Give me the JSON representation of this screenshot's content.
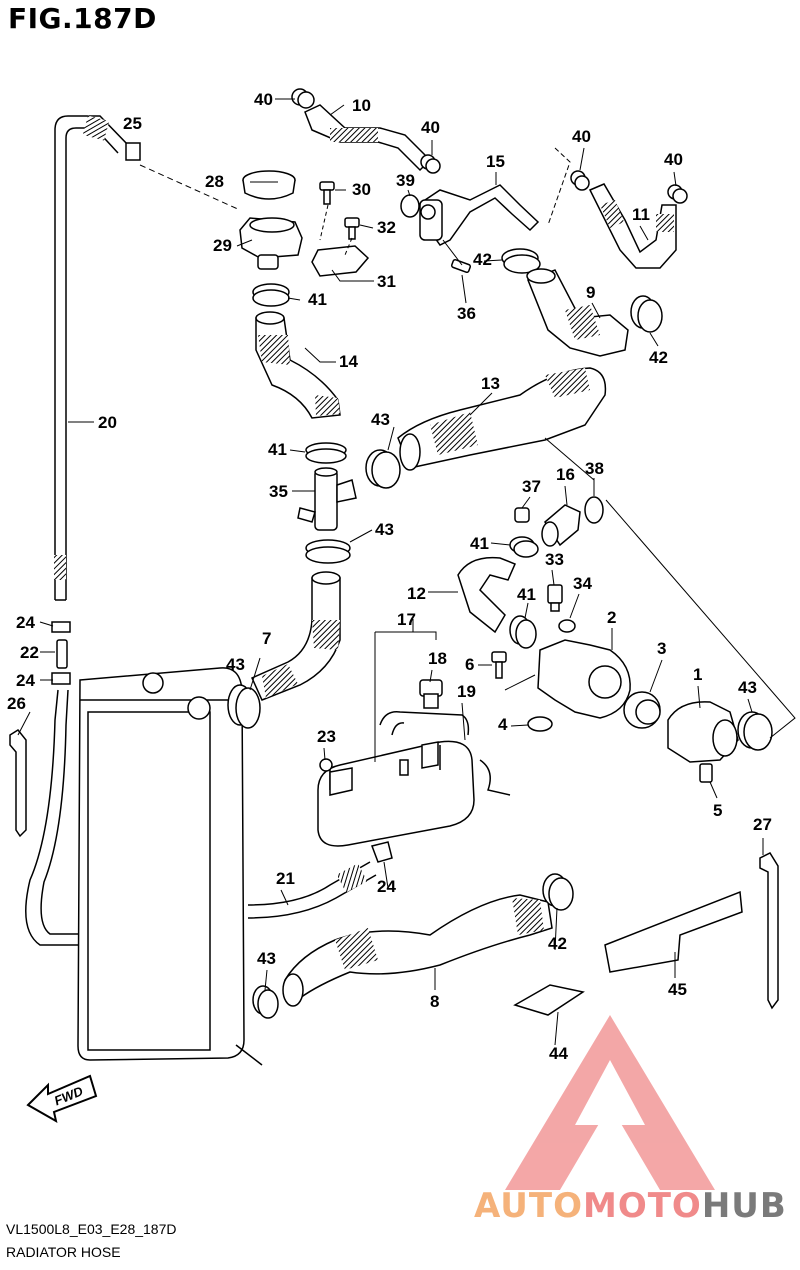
{
  "header": {
    "figure_title": "FIG.187D"
  },
  "footer": {
    "model_code": "VL1500L8_E03_E28_187D",
    "section_name": "RADIATOR HOSE"
  },
  "fwd_label": "FWD",
  "watermark": {
    "part1": "AUTO",
    "part2": "MOTO",
    "part3": "HUB",
    "colors": {
      "triangle": "#f08a8a",
      "auto": "#f5b27a",
      "hub": "#7a7a7a"
    }
  },
  "callouts": [
    {
      "id": "c1",
      "text": "1"
    },
    {
      "id": "c2",
      "text": "2"
    },
    {
      "id": "c3",
      "text": "3"
    },
    {
      "id": "c4",
      "text": "4"
    },
    {
      "id": "c5",
      "text": "5"
    },
    {
      "id": "c6",
      "text": "6"
    },
    {
      "id": "c7",
      "text": "7"
    },
    {
      "id": "c8",
      "text": "8"
    },
    {
      "id": "c9",
      "text": "9"
    },
    {
      "id": "c10",
      "text": "10"
    },
    {
      "id": "c11",
      "text": "11"
    },
    {
      "id": "c12",
      "text": "12"
    },
    {
      "id": "c13",
      "text": "13"
    },
    {
      "id": "c14",
      "text": "14"
    },
    {
      "id": "c15",
      "text": "15"
    },
    {
      "id": "c16",
      "text": "16"
    },
    {
      "id": "c17",
      "text": "17"
    },
    {
      "id": "c18",
      "text": "18"
    },
    {
      "id": "c19",
      "text": "19"
    },
    {
      "id": "c20",
      "text": "20"
    },
    {
      "id": "c21",
      "text": "21"
    },
    {
      "id": "c22",
      "text": "22"
    },
    {
      "id": "c23",
      "text": "23"
    },
    {
      "id": "c24a",
      "text": "24"
    },
    {
      "id": "c24b",
      "text": "24"
    },
    {
      "id": "c24c",
      "text": "24"
    },
    {
      "id": "c25",
      "text": "25"
    },
    {
      "id": "c26",
      "text": "26"
    },
    {
      "id": "c27",
      "text": "27"
    },
    {
      "id": "c28",
      "text": "28"
    },
    {
      "id": "c29",
      "text": "29"
    },
    {
      "id": "c30",
      "text": "30"
    },
    {
      "id": "c31",
      "text": "31"
    },
    {
      "id": "c32",
      "text": "32"
    },
    {
      "id": "c33",
      "text": "33"
    },
    {
      "id": "c34",
      "text": "34"
    },
    {
      "id": "c35",
      "text": "35"
    },
    {
      "id": "c36",
      "text": "36"
    },
    {
      "id": "c37",
      "text": "37"
    },
    {
      "id": "c38",
      "text": "38"
    },
    {
      "id": "c39",
      "text": "39"
    },
    {
      "id": "c40a",
      "text": "40"
    },
    {
      "id": "c40b",
      "text": "40"
    },
    {
      "id": "c40c",
      "text": "40"
    },
    {
      "id": "c40d",
      "text": "40"
    },
    {
      "id": "c41a",
      "text": "41"
    },
    {
      "id": "c41b",
      "text": "41"
    },
    {
      "id": "c41c",
      "text": "41"
    },
    {
      "id": "c41d",
      "text": "41"
    },
    {
      "id": "c42a",
      "text": "42"
    },
    {
      "id": "c42b",
      "text": "42"
    },
    {
      "id": "c42c",
      "text": "42"
    },
    {
      "id": "c43a",
      "text": "43"
    },
    {
      "id": "c43b",
      "text": "43"
    },
    {
      "id": "c43c",
      "text": "43"
    },
    {
      "id": "c43d",
      "text": "43"
    },
    {
      "id": "c43e",
      "text": "43"
    },
    {
      "id": "c44",
      "text": "44"
    },
    {
      "id": "c45",
      "text": "45"
    }
  ]
}
